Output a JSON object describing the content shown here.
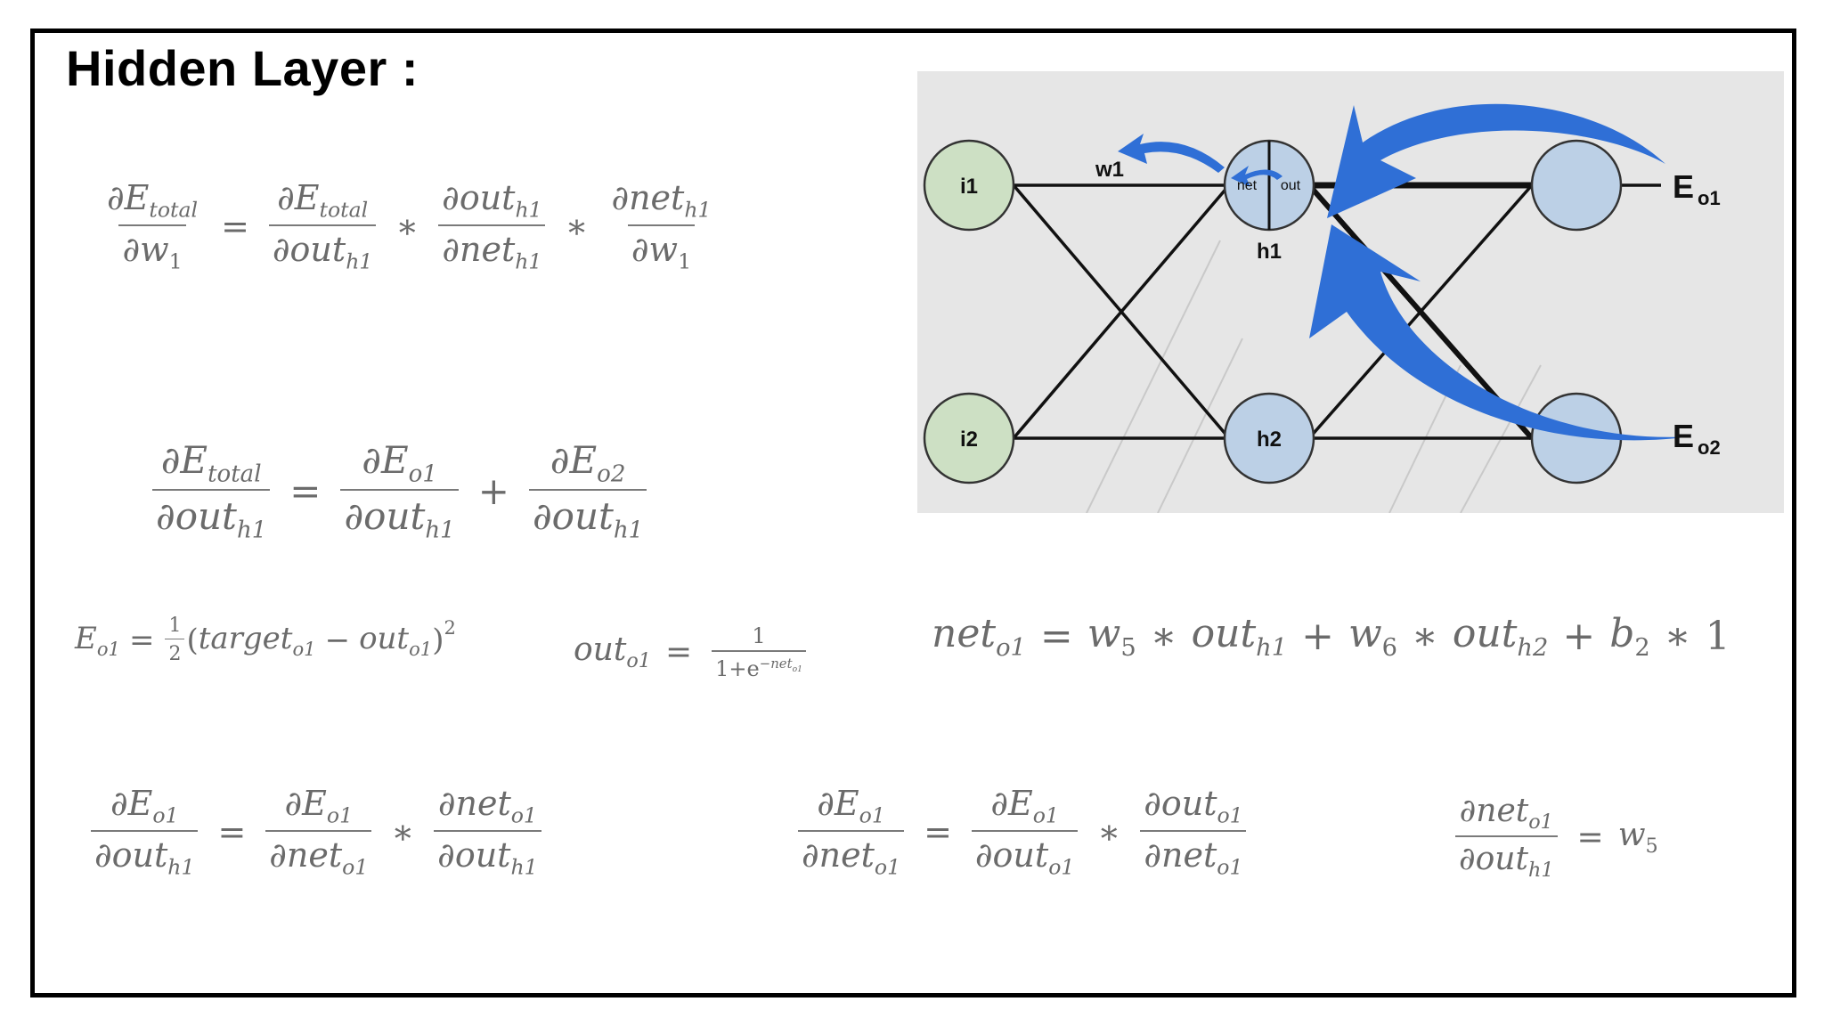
{
  "heading": "Hidden Layer :",
  "diagram": {
    "node_labels": {
      "i1": "i1",
      "i2": "i2",
      "h1": "h1",
      "h2": "h2",
      "h1_net": "net",
      "h1_out": "out",
      "w1": "w1",
      "eo1_E": "E",
      "eo1_sub": "o1",
      "eo2_E": "E",
      "eo2_sub": "o2"
    },
    "colors": {
      "background": "#e6e6e6",
      "input_node": "#cde0c4",
      "hidden_node": "#bcd0e6",
      "arrow": "#2f6fd6",
      "text_gray": "#6b6b6b"
    }
  },
  "equations": {
    "eq1": "∂E_total/∂w1 = ∂E_total/∂out_h1 * ∂out_h1/∂net_h1 * ∂net_h1/∂w1",
    "eq2": "∂E_total/∂out_h1 = ∂E_o1/∂out_h1 + ∂E_o2/∂out_h1",
    "eq3": "E_o1 = 1/2(target_o1 − out_o1)^2",
    "eq4": "out_o1 = 1/(1+e^−net_o1)",
    "eq5": "net_o1 = w5 * out_h1 + w6 * out_h2 + b2 * 1",
    "eq6": "∂E_o1/∂out_h1 = ∂E_o1/∂net_o1 * ∂net_o1/∂out_h1",
    "eq7": "∂E_o1/∂net_o1 = ∂E_o1/∂out_o1 * ∂out_o1/∂net_o1",
    "eq8": "∂net_o1/∂out_h1 = w5"
  }
}
